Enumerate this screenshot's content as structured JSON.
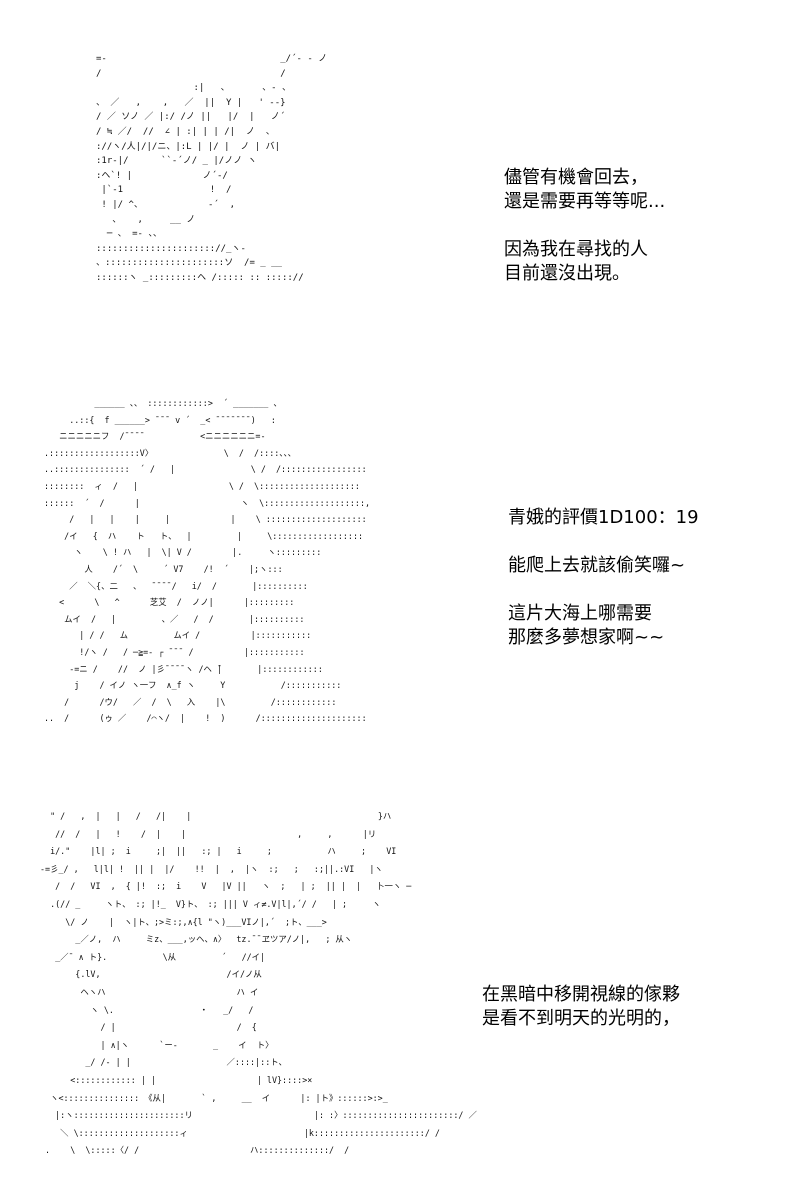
{
  "panels": [
    {
      "art": "=-                                _/´- ‐ ノ\n/                                 /\n                  :|   、      、- 、\n、 ／   ,    ,   ／  ||  Y |   ' ‐-}\n/ ／ ソノ ／ |:/ /ノ ||   |/  |   ノ´\n/ ≒ ／/  //  ∠ | :| | | /|  ノ  、\n://ヽ/人|/|/ニ、|:L | |/ |  ノ | バ|\n:1r-|/      ``-´ノ/ _ |/ノノ ヽ\n:ヘ`! |             ノ´-/\n |`-1                !  /\n ! |/ ^、            -´  ,\n   、   ,     __ ノ\n  ─ 、 =- 、、\n:::::::::::::::::::::://_ヽ-\n、::::::::::::::::::::::ソ  /= _ __ \n::::::ヽ _:::::::::ヘ /::::: :: ::::://",
      "lines": [
        "儘管有機會回去，",
        "還是需要再等等呢...",
        "",
        "因為我在尋找的人",
        "目前還沒出現。"
      ]
    },
    {
      "art": "          ______ 、、 ::::::::::::>  ´ _______ 、\n     ..::{  f ______> ¯¯¯ v ´  _< ¯¯¯¯¯¯¯)   :\n   ニニニニニフ  /¯¯¯¯           <ニニニニニニ=-\n.::::::::::::::::::V〉              \\  /  /::::、、、\n..:::::::::::::::  ´ /   |               \\ /  /:::::::::::::::::\n::::::::  ィ  /   |                  \\ /  \\::::::::::::::::::::\n::::::  ´  /      |                    ヽ  \\::::::::::::::::::::,\n     /   |   |    |     |            |    \\ ::::::::::::::::::::\n    /イ   {  ハ    ト   ト、  |         |     \\::::::::::::::::::\n      ヽ    \\ ! ハ   |  \\| V /        |.     ヽ:::::::::\n        人    /´  \\     ´ V7    /!  ´    |;ヽ:::\n     ／  ＼{、二   、  ¯¯¯¯/   i/  /       |::::::::::\n   <      \\   ^      芝艾  /  ノノ|      |:::::::::\n    ムイ  /   |         、／   /  /       |::::::::::\n       | / /   ム         ムイ /          |:::::::::::\n       !/ヽ /   / ─≧=- ┌ ¯¯¯ /          |:::::::::::\n     -=ニ /    //  ノ |彡¯¯¯¯ヽ /ヘ ̄|       |::::::::::::\n      j    / イノ ヽ一フ  ∧_f ヽ     Y           /:::::::::::\n    /      /ウ/   ／  /  \\   入    |\\         /::::::::::::\n..  /      (ゥ ／    /⌒ヽ/  |    !  )      /:::::::::::::::::::::",
      "lines": [
        "青娥的評價1D100：19",
        "",
        "能爬上去就該偷笑囉~",
        "",
        "這片大海上哪需要",
        "那麼多夢想家啊~~"
      ]
    },
    {
      "art": "  \" /   ,  |   |   /   /|    |                                     }ハ\n   //  /   |   !    /  |    |                      ,     ,      |リ\n  i/.\"    |l| ;  i     ;|  ||   :; |   i     ;           ハ     ;    VI\n-=彡_/ ,   l|l| !  || |  |/    !!  |  ,  |ヽ  :;   ;   :;||.:VI   |ヽ\n   /  /   VI  ,  { |!  :;  i    V   |V ||   ヽ  ;   | ;  || |  |   卜一ヽ ─\n  .(// _     ヽト、 :; |!_  V}ト、 :; ||| V ィ≠.V|l|,´/ /   | ;     ヽ\n     \\/ ノ    |  ヽ|ト、;>ミ:;,∧{l \"ヽ)___VIノ|,´  ;ト、___>\n       _／ノ,  ハ     ミz、___,ッヘ、∧〉  tz.¯¯ヱツア/ノ|,   ; 从ヽ\n   _／¯ ∧ ト}.           \\从         ´   //イ|\n       {.lV,                         /イ/ノ从\n        ヘヽハ                          ハ イ\n          ヽ \\.                 ・   _/   /\n            / |                        /  {\n            | ∧|ヽ      `ー-       _    イ  ト〉\n         _/ /- | |                   ／::::|::ト、\n      <:::::::::::: | |                    | lV}::::>×\n  ヽ<::::::::::::::: 《从|       ` ,     __  イ      |: |ト》::::::>:>_\n   |:ヽ::::::::::::::::::::::リ                        |: :〉:::::::::::::::::::::::/ ／\n    ＼ \\::::::::::::::::::::ィ                       |k::::::::::::::::::::::/ /\n .    \\  \\:::::〈/ /                      ハ::::::::::::::/  /",
      "lines": [
        "在黑暗中移開視線的傢夥",
        "是看不到明天的光明的，"
      ]
    }
  ]
}
